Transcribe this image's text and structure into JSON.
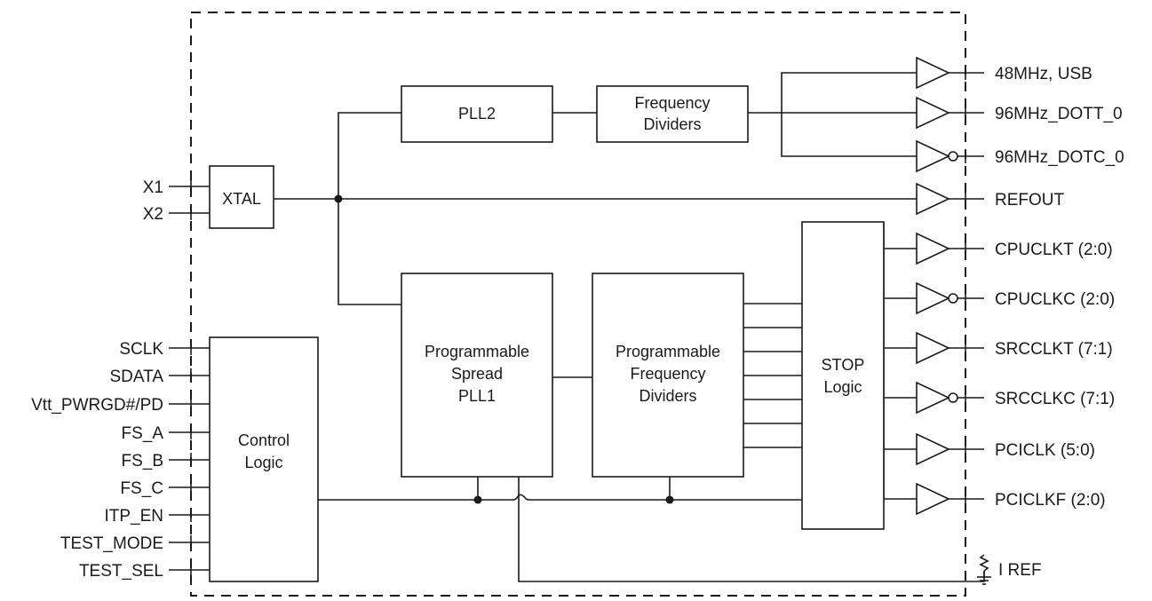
{
  "blocks": {
    "xtal": "XTAL",
    "pll2": "PLL2",
    "freq_div": [
      "Frequency",
      "Dividers"
    ],
    "control": [
      "Control",
      "Logic"
    ],
    "pll1": [
      "Programmable",
      "Spread",
      "PLL1"
    ],
    "prog_div": [
      "Programmable",
      "Frequency",
      "Dividers"
    ],
    "stop": [
      "STOP",
      "Logic"
    ]
  },
  "inputs": [
    "X1",
    "X2",
    "SCLK",
    "SDATA",
    "Vtt_PWRGD#/PD",
    "FS_A",
    "FS_B",
    "FS_C",
    "ITP_EN",
    "TEST_MODE",
    "TEST_SEL"
  ],
  "outputs": [
    "48MHz, USB",
    "96MHz_DOTT_0",
    "96MHz_DOTC_0",
    "REFOUT",
    "CPUCLKT (2:0)",
    "CPUCLKC (2:0)",
    "SRCCLKT (7:1)",
    "SRCCLKC (7:1)",
    "PCICLK (5:0)",
    "PCICLKF (2:0)",
    "I REF"
  ]
}
